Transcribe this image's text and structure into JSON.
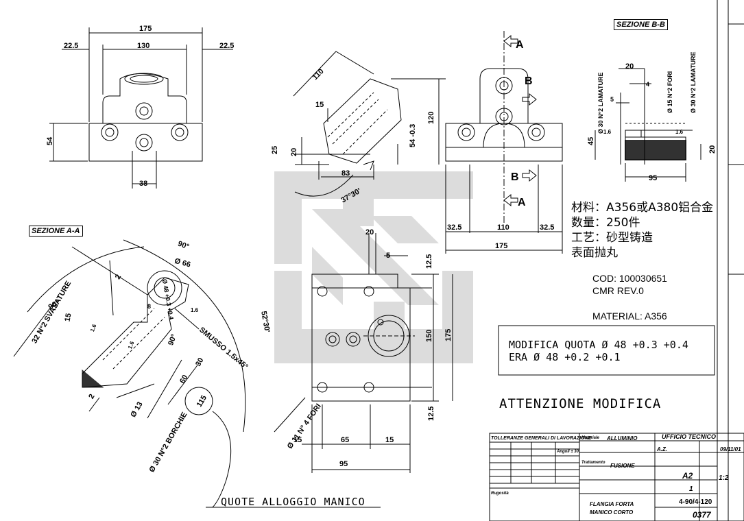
{
  "sections": {
    "bb_label": "SEZIONE B-B",
    "aa_label": "SEZIONE A-A"
  },
  "notes": {
    "material_label": "材料：A356或A380铝合金",
    "quantity_label": "数量：250件",
    "process_label": "工艺：砂型铸造",
    "finish_label": "表面抛丸",
    "cod": "COD: 100030651",
    "cmr": "CMR REV.0",
    "material_en": "MATERIAL: A356",
    "modification_line1": "MODIFICA QUOTA Ø 48 +0.3 +0.4",
    "modification_line2": "ERA Ø 48 +0.2 +0.1",
    "warning": "ATTENZIONE MODIFICA",
    "handle_note": "QUOTE ALLOGGIO MANICO"
  },
  "dims_top_view": [
    "175",
    "22.5",
    "130",
    "22.5",
    "54",
    "38"
  ],
  "dims_angled_view": [
    "110",
    "15",
    "25",
    "20",
    "83",
    "54 -0.3",
    "120",
    "37°30'"
  ],
  "dims_side_view": [
    "A",
    "B",
    "B",
    "A",
    "32.5",
    "110",
    "32.5",
    "175"
  ],
  "dims_section_bb": [
    "20",
    "4",
    "5",
    "Ø 30 N°2 LAMATURE",
    "Ø 15 N°2 FORI",
    "Ø 30 N°2 LAMATURE",
    "1.6",
    "1.6",
    "45",
    "20",
    "95"
  ],
  "dims_section_aa": [
    "90°",
    "Ø 66",
    "Ø 48 +0.3 +0.4",
    "2",
    "32 N°2 SVASATURE",
    "90°",
    "15",
    "1.6",
    "1.6",
    "8",
    "1.6",
    "SMUSSO 1.5x45°",
    "90°",
    "30",
    "60",
    "52°30'",
    "2",
    "Ø 13",
    "115",
    "Ø 30 N°2 BORCHIE"
  ],
  "dims_bottom_view": [
    "20",
    "5",
    "12.5",
    "150",
    "175",
    "12.5",
    "Ø 11 N° 4 FORI",
    "15",
    "65",
    "15",
    "95"
  ],
  "title_block": {
    "tolerances_title": "TOLLERANZE GENERALI DI LAVORAZIONE",
    "material_key": "Materiale",
    "material_value": "ALLUMINIO",
    "office": "UFFICIO TECNICO",
    "treatment_key": "Trattamento",
    "treatment_value": "FUSIONE",
    "format_value": "A2",
    "scale_value": "1:2",
    "sheet_value": "1",
    "date_value": "09/11/01",
    "designer_value": "A.Z.",
    "drawing_no": "4-90/4-120",
    "code": "0377",
    "desc1": "FLANGIA FORTA",
    "desc2": "MANICO CORTO",
    "angles": "Angoli ± 30'",
    "finish_key": "Rugosità"
  },
  "colors": {
    "line": "#000000",
    "watermark": "#d4d4d4"
  }
}
